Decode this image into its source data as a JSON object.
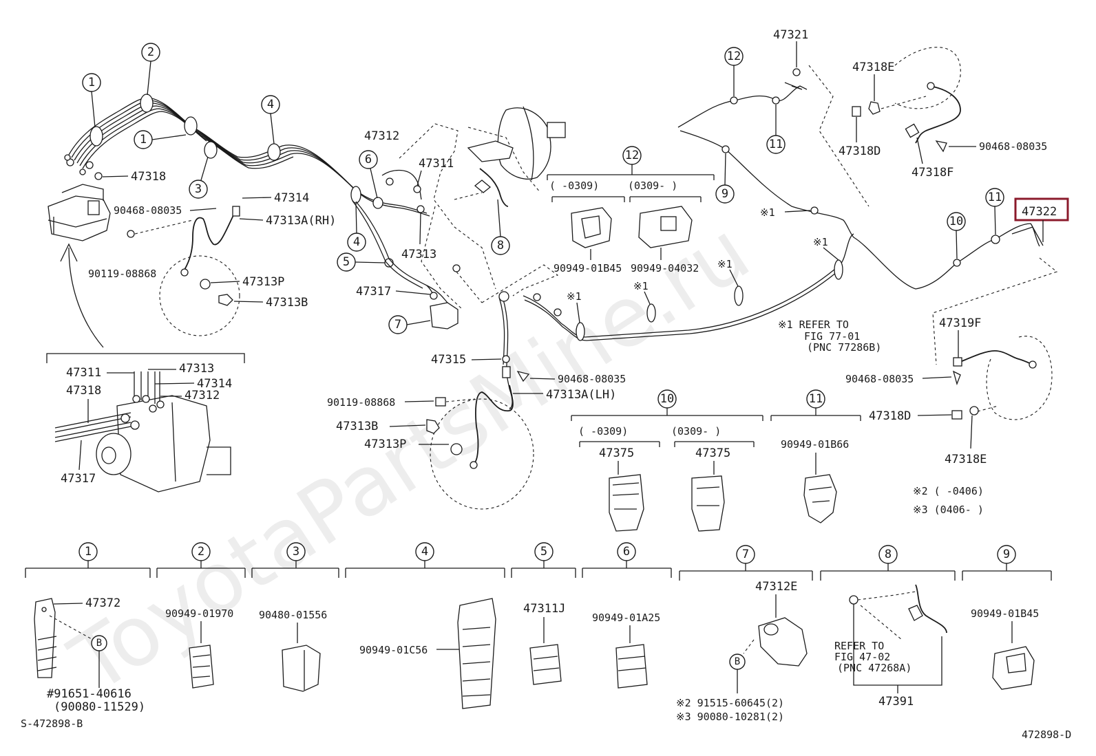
{
  "watermark": "ToyotaPartsMine.ru",
  "diagram_code_left": "S-472898-B",
  "diagram_code_right": "472898-D",
  "highlighted_part": "47322",
  "colors": {
    "highlight": "#8b1a2b",
    "line": "#1a1a1a"
  },
  "parts": {
    "p47321": "47321",
    "p47318E_top": "47318E",
    "p47318D_top": "47318D",
    "p47318F": "47318F",
    "p90468_top_right": "90468-08035",
    "p47322": "47322",
    "p47312": "47312",
    "p47311": "47311",
    "p47313": "47313",
    "p47318": "47318",
    "p47314": "47314",
    "p90468_left": "90468-08035",
    "p47313A_RH": "47313A(RH)",
    "p90119_left": "90119-08868",
    "p47313P_left": "47313P",
    "p47313B_left": "47313B",
    "p47317": "47317",
    "p47315": "47315",
    "p90468_mid": "90468-08035",
    "p90119_mid": "90119-08868",
    "p47313A_LH": "47313A(LH)",
    "p47313B_mid": "47313B",
    "p47313P_mid": "47313P",
    "p90949_01B45_top": "90949-01B45",
    "p90949_04032": "90949-04032",
    "p47319F": "47319F",
    "p90468_right": "90468-08035",
    "p47318D_right": "47318D",
    "p47318E_right": "47318E",
    "p47375_a": "47375",
    "p47375_b": "47375",
    "p90949_01B66": "90949-01B66",
    "inset_47311": "47311",
    "inset_47313": "47313",
    "inset_47318": "47318",
    "inset_47314": "47314",
    "inset_47312": "47312",
    "inset_47317": "47317"
  },
  "refer_note": {
    "line1": "※1 REFER TO",
    "line2": "FIG 77-01",
    "line3": "(PNC 77286B)"
  },
  "mark1": "※1",
  "notes": {
    "n2": "※2 (     -0406)",
    "n3": "※3 (0406-      )"
  },
  "group12": {
    "num": "12",
    "range_a": "(    -0309)",
    "range_b": "(0309-      )"
  },
  "group10": {
    "num": "10",
    "range_a": "(      -0309)",
    "range_b": "(0309-      )"
  },
  "group11": {
    "num": "11"
  },
  "callouts": [
    "1",
    "2",
    "1",
    "3",
    "4",
    "4",
    "5",
    "6",
    "7",
    "8",
    "9",
    "10",
    "11",
    "12",
    "11"
  ],
  "bottom_groups": [
    {
      "num": "1",
      "part": "47372",
      "b_label": "B",
      "hash_part": "#91651-40616",
      "alt_part": "(90080-11529)"
    },
    {
      "num": "2",
      "part": "90949-01970"
    },
    {
      "num": "3",
      "part": "90480-01556"
    },
    {
      "num": "4",
      "part": "90949-01C56"
    },
    {
      "num": "5",
      "part": "47311J"
    },
    {
      "num": "6",
      "part": "90949-01A25"
    },
    {
      "num": "7",
      "part": "47312E",
      "b_label": "B",
      "note2": "※2 91515-60645(2)",
      "note3": "※3 90080-10281(2)"
    },
    {
      "num": "8",
      "refer1": "REFER TO",
      "refer2": "FIG 47-02",
      "refer3": "(PNC 47268A)",
      "part": "47391"
    },
    {
      "num": "9",
      "part": "90949-01B45"
    }
  ]
}
